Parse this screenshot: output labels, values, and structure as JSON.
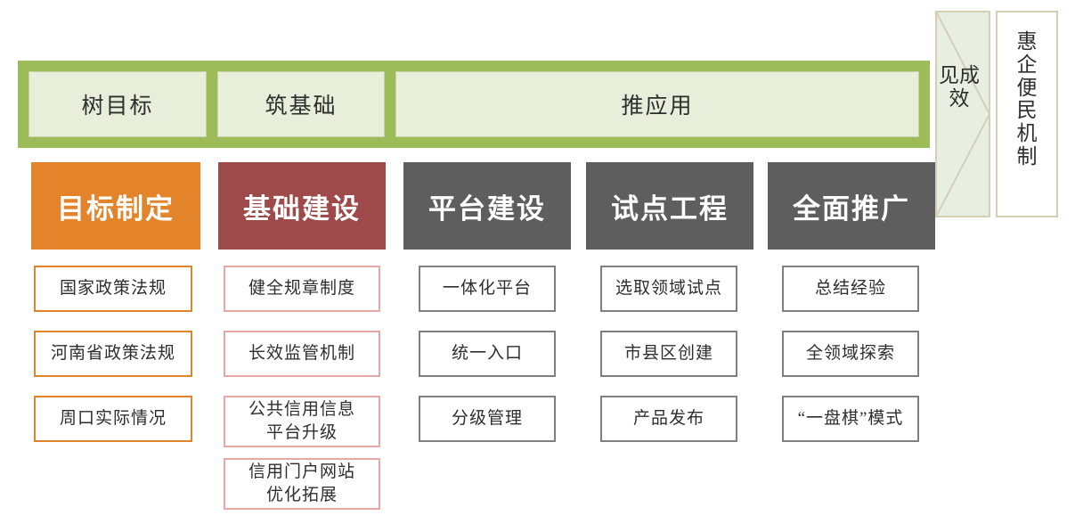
{
  "colors": {
    "band_fill": "#9cbb59",
    "band_cell_fill": "#e9eeda",
    "band_cell_border": "#c6d3a4",
    "orange": "#e3842a",
    "maroon": "#9e4a4a",
    "gray": "#5e5e5e",
    "orange_border": "#e3842a",
    "pink_border": "#e8a7a7",
    "gray_border": "#7f7f7f",
    "chevron_fill": "#e8eee0",
    "chevron_border": "#d6cfb8",
    "text_dark": "#2e2e2e",
    "text_white": "#ffffff"
  },
  "band": {
    "cells": [
      {
        "label": "树目标"
      },
      {
        "label": "筑基础"
      },
      {
        "label": "推应用"
      }
    ]
  },
  "chevrons": [
    {
      "label": "见成效"
    },
    {
      "label": "惠企便民机制"
    }
  ],
  "columns": [
    {
      "header": "目标制定",
      "header_color": "#e3842a",
      "item_border": "#e3842a",
      "items": [
        "国家政策法规",
        "河南省政策法规",
        "周口实际情况"
      ]
    },
    {
      "header": "基础建设",
      "header_color": "#9e4a4a",
      "item_border": "#e8a7a7",
      "items": [
        "健全规章制度",
        "长效监管机制",
        "公共信用信息\n平台升级",
        "信用门户网站\n优化拓展"
      ]
    },
    {
      "header": "平台建设",
      "header_color": "#5e5e5e",
      "item_border": "#7f7f7f",
      "items": [
        "一体化平台",
        "统一入口",
        "分级管理"
      ]
    },
    {
      "header": "试点工程",
      "header_color": "#5e5e5e",
      "item_border": "#7f7f7f",
      "items": [
        "选取领域试点",
        "市县区创建",
        "产品发布"
      ]
    },
    {
      "header": "全面推广",
      "header_color": "#5e5e5e",
      "item_border": "#7f7f7f",
      "items": [
        "总结经验",
        "全领域探索",
        "“一盘棋”模式"
      ]
    }
  ]
}
